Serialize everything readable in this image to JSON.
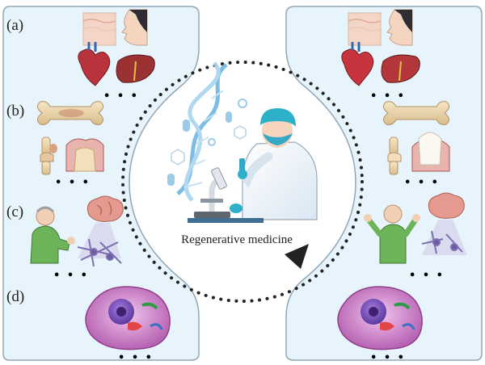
{
  "panel_labels": [
    "(a)",
    "(b)",
    "(c)",
    "(d)"
  ],
  "ellipsis": "• • •",
  "center_caption": "Regenerative medicine",
  "colors": {
    "panel_bg": "#e8f4fb",
    "panel_border": "#8fa6b8",
    "cell": "#c97bc6",
    "bone": "#ecd9b2",
    "organ_red": "#b8333c",
    "accent_blue": "#5fa8d3"
  }
}
